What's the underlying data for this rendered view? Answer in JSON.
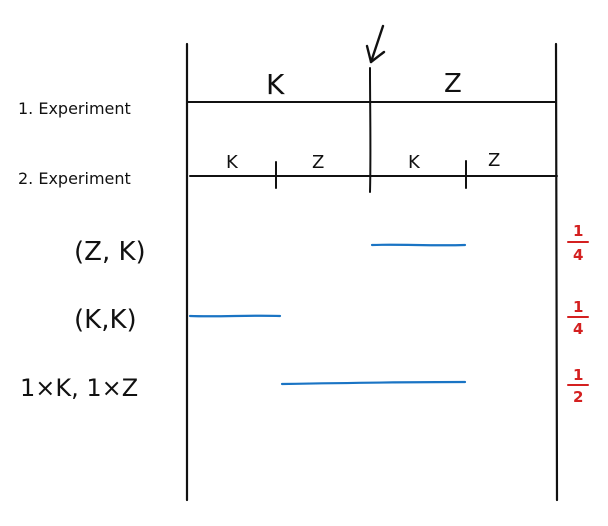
{
  "colors": {
    "ink": "#111111",
    "probability_bar": "#1a74c4",
    "probability_text": "#d42020",
    "background": "#ffffff"
  },
  "experiments": {
    "first": {
      "label": "1. Experiment",
      "outcomes": [
        "K",
        "Z"
      ]
    },
    "second": {
      "label": "2. Experiment",
      "outcomes": [
        "K",
        "Z",
        "K",
        "Z"
      ]
    }
  },
  "events": [
    {
      "label": "(Z, K)",
      "probability_num": "1",
      "probability_den": "4"
    },
    {
      "label": "(K,K)",
      "probability_num": "1",
      "probability_den": "4"
    },
    {
      "label": "1×K, 1×Z",
      "probability_num": "1",
      "probability_den": "2"
    }
  ],
  "marker": {
    "icon": "arrow-down-icon"
  }
}
